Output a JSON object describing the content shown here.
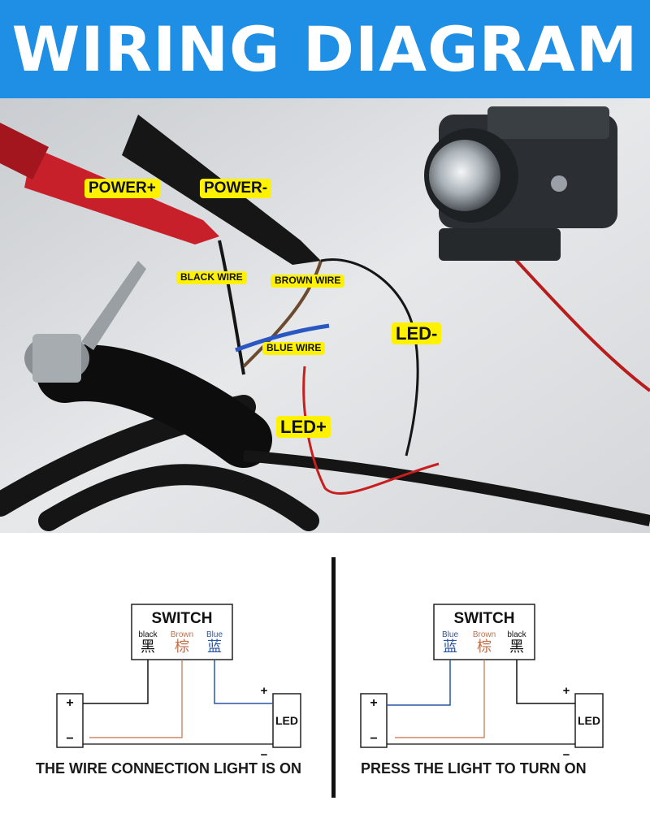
{
  "banner": {
    "title": "WIRING DIAGRAM",
    "color": "#1f8fe6"
  },
  "photo": {
    "labels": {
      "power_plus": "POWER+",
      "power_minus": "POWER-",
      "black_wire": "BLACK WIRE",
      "brown_wire": "BROWN WIRE",
      "blue_wire": "BLUE WIRE",
      "led_minus": "LED-",
      "led_plus": "LED+"
    },
    "label_color": "#fff200"
  },
  "left_diagram": {
    "switch_title": "SWITCH",
    "terminals": [
      {
        "en": "black",
        "cn": "黑",
        "color": "#111111"
      },
      {
        "en": "Brown",
        "cn": "棕",
        "color": "#c0704a"
      },
      {
        "en": "Blue",
        "cn": "蓝",
        "color": "#2855a8"
      }
    ],
    "battery_plus": "+",
    "battery_minus": "−",
    "led_label": "LED",
    "led_plus": "+",
    "led_minus": "−",
    "caption": "THE WIRE CONNECTION LIGHT IS ON"
  },
  "right_diagram": {
    "switch_title": "SWITCH",
    "terminals": [
      {
        "en": "Blue",
        "cn": "蓝",
        "color": "#2855a8"
      },
      {
        "en": "Brown",
        "cn": "棕",
        "color": "#c0704a"
      },
      {
        "en": "black",
        "cn": "黑",
        "color": "#111111"
      }
    ],
    "battery_plus": "+",
    "battery_minus": "−",
    "led_label": "LED",
    "led_plus": "+",
    "led_minus": "−",
    "caption": "PRESS THE LIGHT TO TURN ON"
  }
}
